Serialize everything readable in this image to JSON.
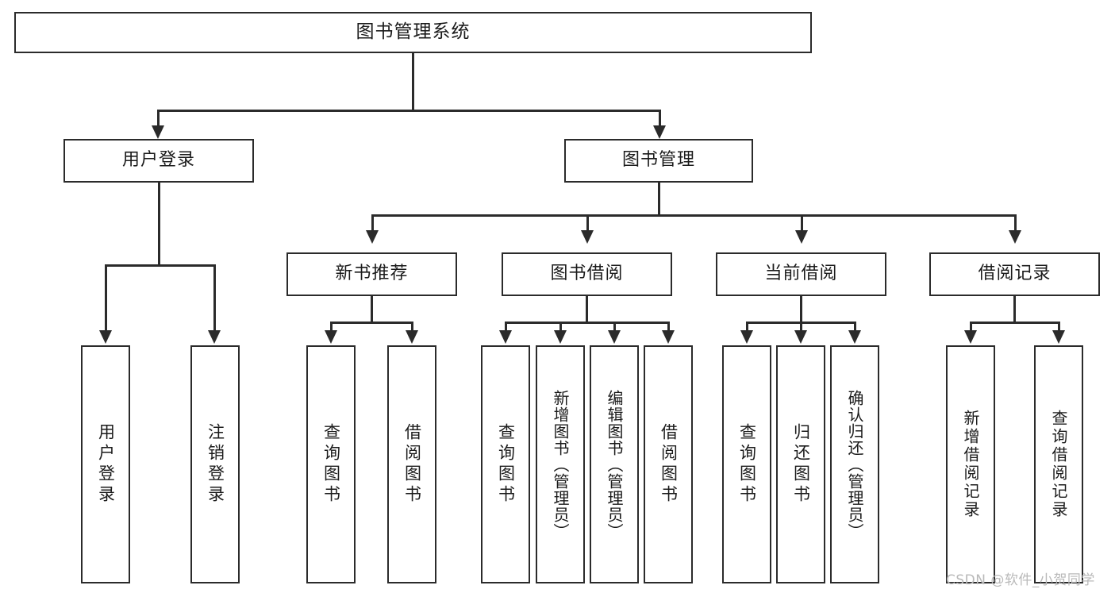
{
  "diagram": {
    "type": "tree",
    "title": "图书管理系统",
    "watermark": "CSDN @软件_小贺同学",
    "colors": {
      "stroke": "#2b2b2b",
      "fill": "#ffffff",
      "text": "#1b1b1b",
      "watermark": "#b9b9b9"
    },
    "nodes": {
      "root": {
        "label": "图书管理系统",
        "level": 0,
        "orientation": "horizontal"
      },
      "user_login": {
        "label": "用户登录",
        "level": 1,
        "orientation": "horizontal"
      },
      "book_manage": {
        "label": "图书管理",
        "level": 1,
        "orientation": "horizontal"
      },
      "new_book_rec": {
        "label": "新书推荐",
        "level": 2,
        "orientation": "horizontal"
      },
      "book_borrow": {
        "label": "图书借阅",
        "level": 2,
        "orientation": "horizontal"
      },
      "current_borrow": {
        "label": "当前借阅",
        "level": 2,
        "orientation": "horizontal"
      },
      "borrow_record": {
        "label": "借阅记录",
        "level": 2,
        "orientation": "horizontal"
      },
      "leaf_user_login": {
        "label": "用户登录",
        "level": 3,
        "orientation": "vertical"
      },
      "leaf_logout": {
        "label": "注销登录",
        "level": 3,
        "orientation": "vertical"
      },
      "leaf_query_book_1": {
        "label": "查询图书",
        "level": 3,
        "orientation": "vertical"
      },
      "leaf_borrow_book_1": {
        "label": "借阅图书",
        "level": 3,
        "orientation": "vertical"
      },
      "leaf_query_book_2": {
        "label": "查询图书",
        "level": 3,
        "orientation": "vertical"
      },
      "leaf_add_book": {
        "label": "新增图书（管理员）",
        "level": 3,
        "orientation": "vertical"
      },
      "leaf_edit_book": {
        "label": "编辑图书（管理员）",
        "level": 3,
        "orientation": "vertical"
      },
      "leaf_borrow_book_2": {
        "label": "借阅图书",
        "level": 3,
        "orientation": "vertical"
      },
      "leaf_query_book_3": {
        "label": "查询图书",
        "level": 3,
        "orientation": "vertical"
      },
      "leaf_return_book": {
        "label": "归还图书",
        "level": 3,
        "orientation": "vertical"
      },
      "leaf_confirm_return": {
        "label": "确认归还（管理员）",
        "level": 3,
        "orientation": "vertical"
      },
      "leaf_add_record": {
        "label": "新增借阅记录",
        "level": 3,
        "orientation": "vertical"
      },
      "leaf_query_record": {
        "label": "查询借阅记录",
        "level": 3,
        "orientation": "vertical"
      }
    },
    "edges": [
      {
        "from": "root",
        "to": "user_login"
      },
      {
        "from": "root",
        "to": "book_manage"
      },
      {
        "from": "book_manage",
        "to": "new_book_rec"
      },
      {
        "from": "book_manage",
        "to": "book_borrow"
      },
      {
        "from": "book_manage",
        "to": "current_borrow"
      },
      {
        "from": "book_manage",
        "to": "borrow_record"
      },
      {
        "from": "user_login",
        "to": "leaf_user_login"
      },
      {
        "from": "user_login",
        "to": "leaf_logout"
      },
      {
        "from": "new_book_rec",
        "to": "leaf_query_book_1"
      },
      {
        "from": "new_book_rec",
        "to": "leaf_borrow_book_1"
      },
      {
        "from": "book_borrow",
        "to": "leaf_query_book_2"
      },
      {
        "from": "book_borrow",
        "to": "leaf_add_book"
      },
      {
        "from": "book_borrow",
        "to": "leaf_edit_book"
      },
      {
        "from": "book_borrow",
        "to": "leaf_borrow_book_2"
      },
      {
        "from": "current_borrow",
        "to": "leaf_query_book_3"
      },
      {
        "from": "current_borrow",
        "to": "leaf_return_book"
      },
      {
        "from": "current_borrow",
        "to": "leaf_confirm_return"
      },
      {
        "from": "borrow_record",
        "to": "leaf_add_record"
      },
      {
        "from": "borrow_record",
        "to": "leaf_query_record"
      }
    ]
  }
}
